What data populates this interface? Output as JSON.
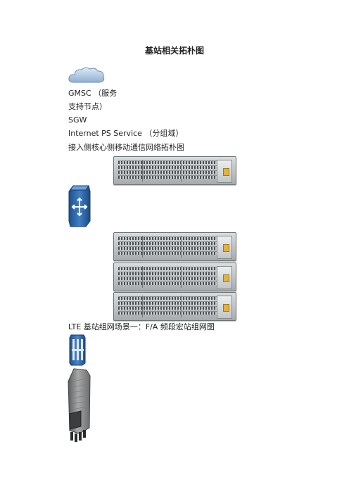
{
  "title": "基站相关拓朴图",
  "lines": {
    "gmsc": "GMSC （服务",
    "support": "支持节点）",
    "sgw": "SGW",
    "internet": "Internet PS Service （分组域）",
    "access": "接入侧核心侧移动通信网络拓朴图",
    "lte": "LTE 基站组网场景一：F/A 频段宏站组网图"
  },
  "icons": {
    "cloud": "cloud-icon",
    "router": "router-switch-icon",
    "chassis": "server-chassis-icon",
    "bbu": "bbu-module-icon",
    "rru": "rru-unit-icon"
  },
  "colors": {
    "router_blue": "#2f6fb8",
    "cloud_blue": "#a9c3df",
    "chassis_grey": "#b8bcbf",
    "led_amber": "#e4b13b"
  }
}
